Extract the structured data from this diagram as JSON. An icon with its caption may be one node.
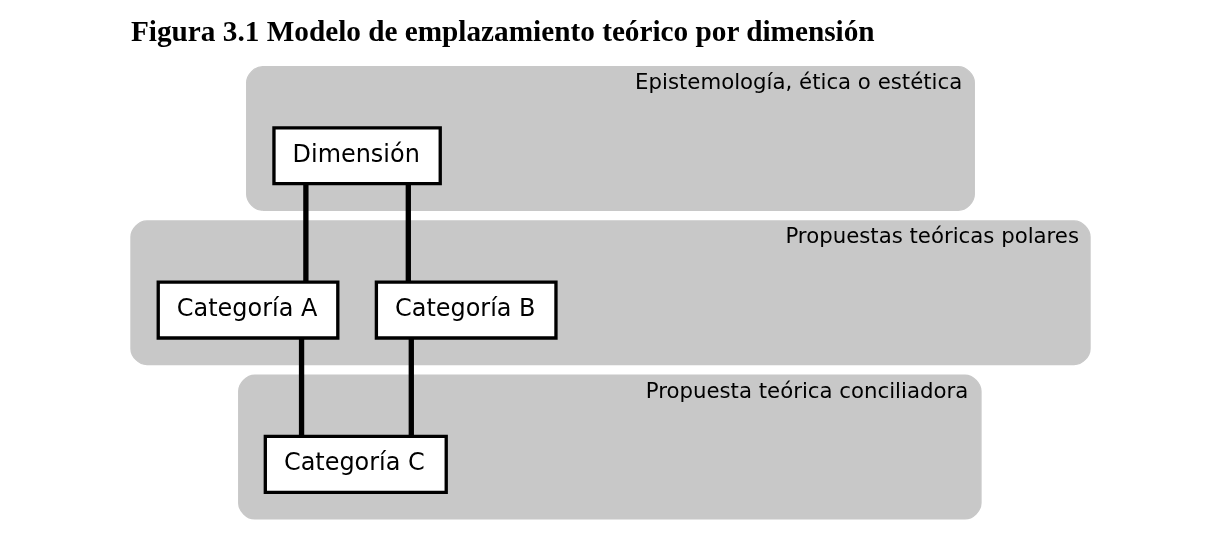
{
  "diagram": {
    "title": "Figura 3.1 Modelo de emplazamiento teórico por dimensión",
    "nodes": [
      {
        "text": [
          "Epistemología, ética o estética"
        ]
      },
      {
        "text": [
          "Dimensión"
        ],
        "in": 0
      },
      {
        "text": [
          "Propuestas teóricas polares"
        ]
      },
      {
        "text": [
          "Categoría A"
        ],
        "in": 2
      },
      {
        "text": [
          "Categoría B"
        ],
        "in": 2
      },
      {
        "text": [
          "Propuesta teórica conciliadora"
        ]
      },
      {
        "text": [
          "Categoría C"
        ],
        "in": 5
      }
    ],
    "edges": [
      {
        "from": 1,
        "to": 3,
        "arrow": "none"
      },
      {
        "from": 1,
        "to": 4,
        "arrow": "none"
      },
      {
        "from": 3,
        "to": 6,
        "arrow": "none"
      },
      {
        "from": 4,
        "to": 6,
        "arrow": "none"
      }
    ]
  }
}
